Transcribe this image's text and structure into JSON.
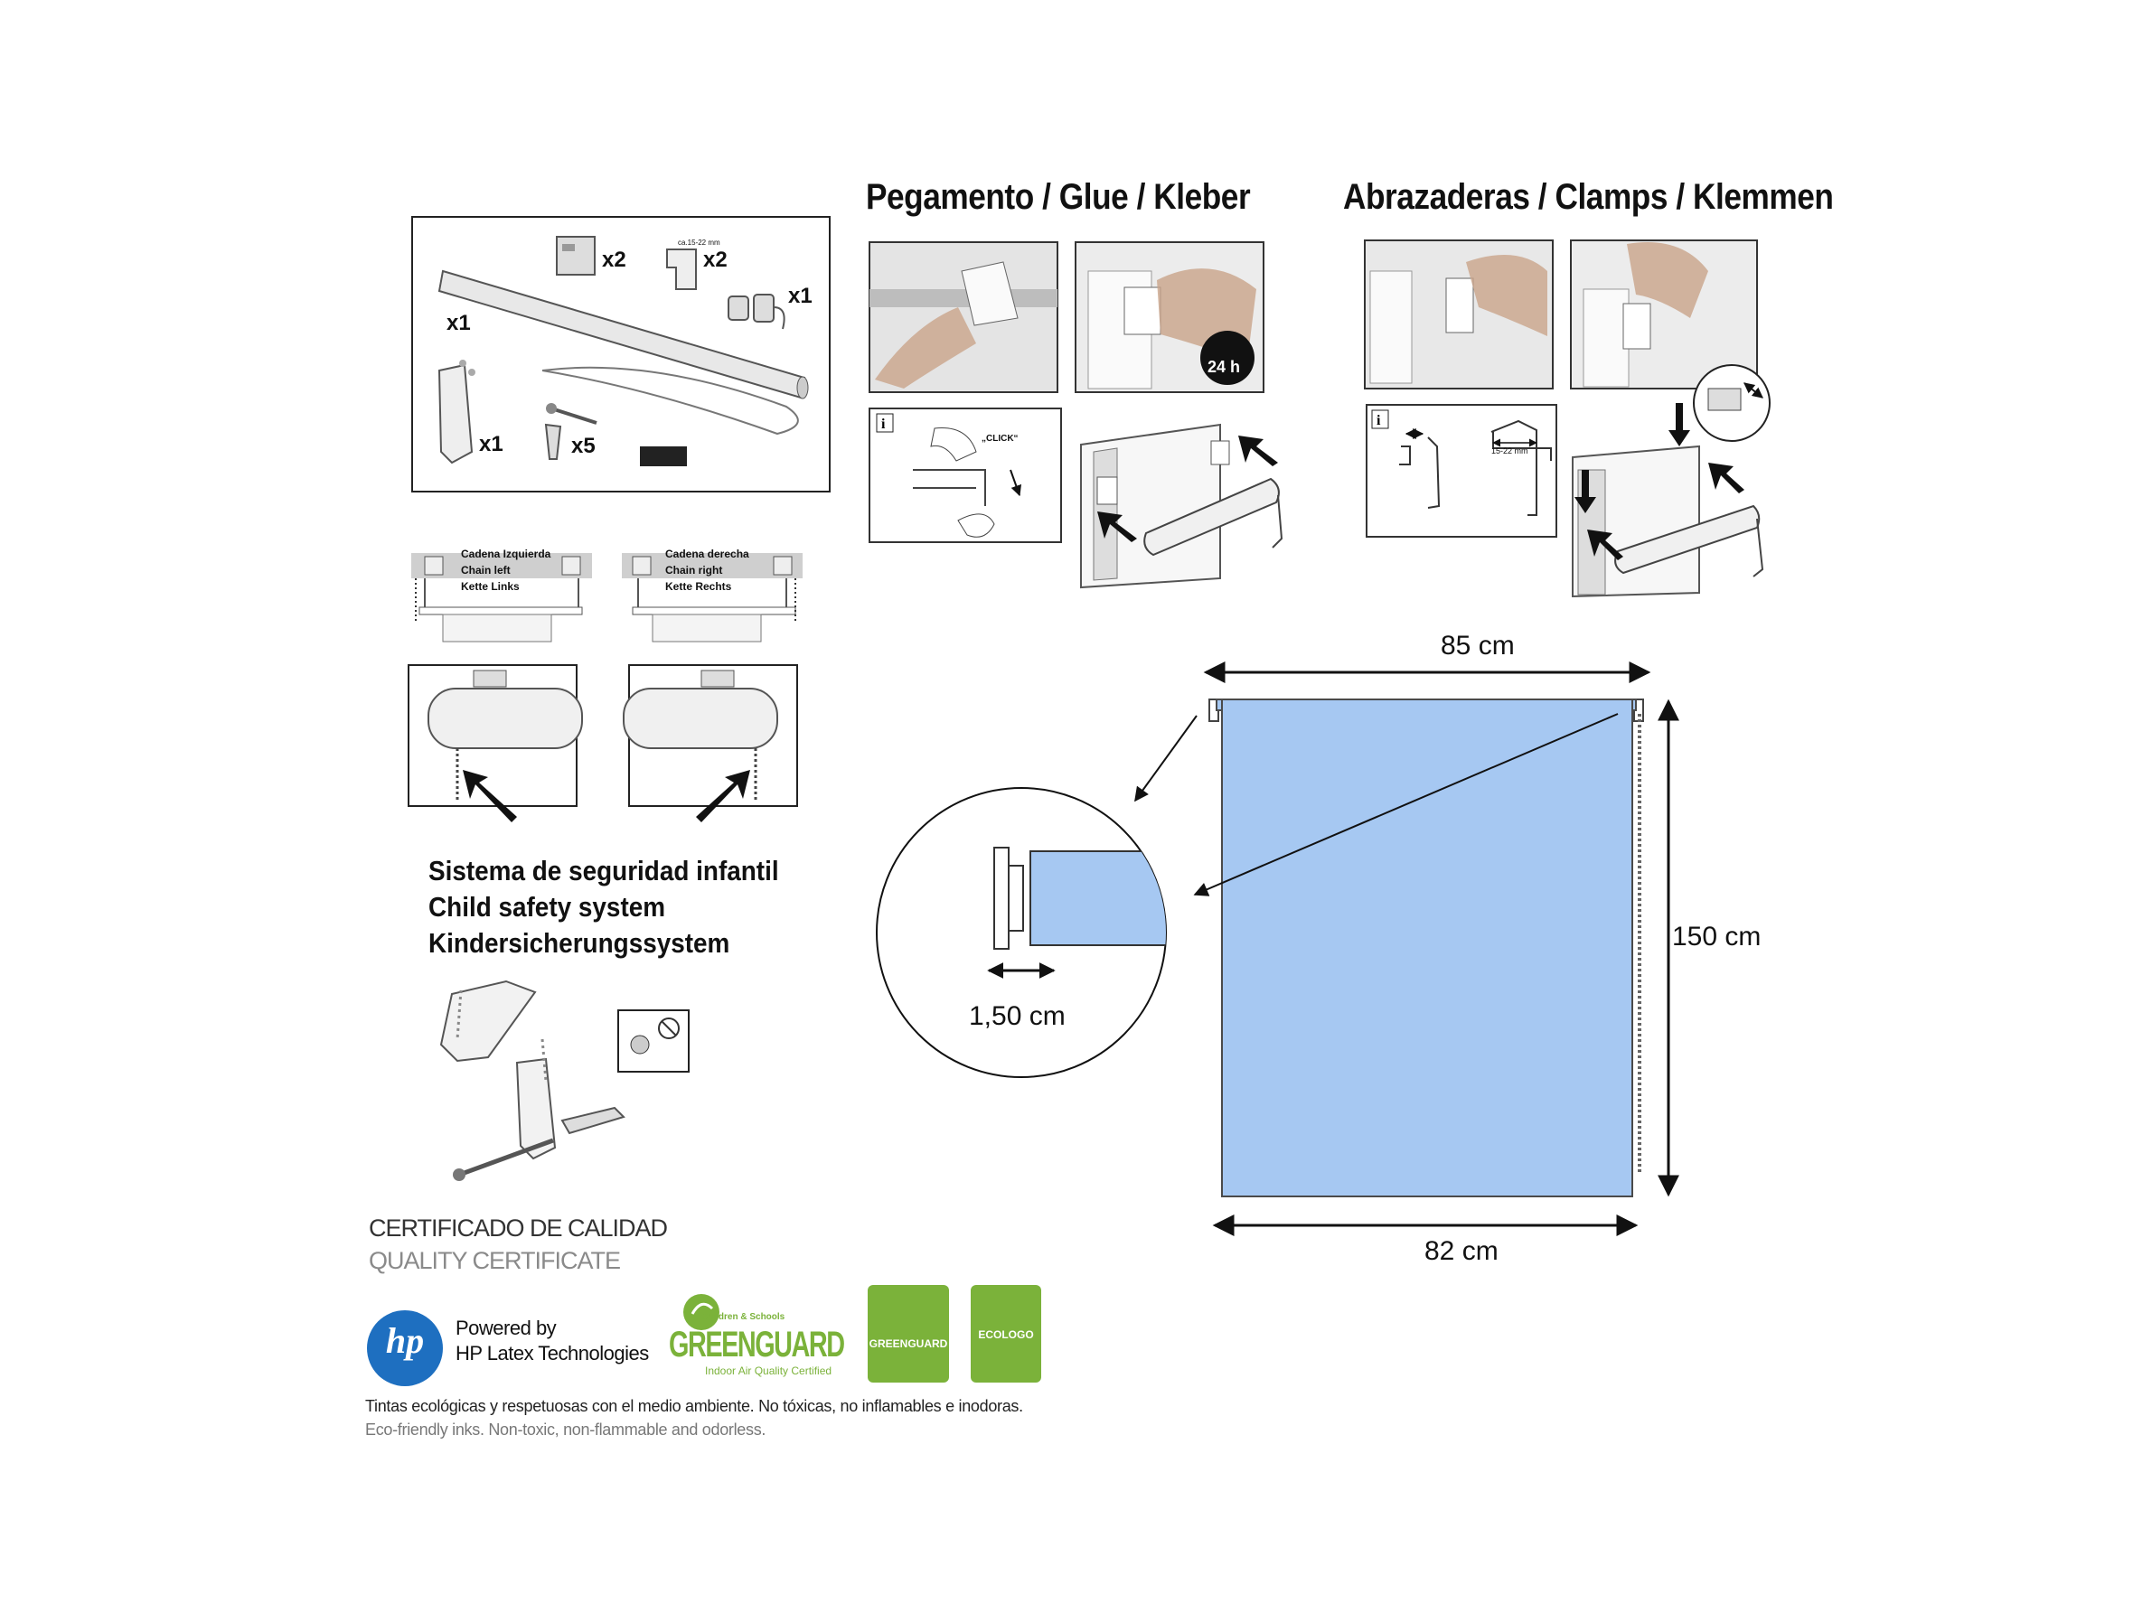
{
  "headings": {
    "glue": "Pegamento / Glue / Kleber",
    "clamps": "Abrazaderas / Clamps / Klemmen"
  },
  "kit": {
    "blind_qty": "x1",
    "bracket_qty": "x2",
    "clamp_qty": "x2",
    "end_caps_qty": "x1",
    "safety_qty": "x1",
    "screws_qty": "x5",
    "clamp_size": "ca.15-22 mm"
  },
  "chain": {
    "left": [
      "Cadena Izquierda",
      "Chain left",
      "Kette Links"
    ],
    "right": [
      "Cadena derecha",
      "Chain right",
      "Kette Rechts"
    ]
  },
  "safety": {
    "lines": [
      "Sistema de seguridad infantil",
      "Child safety system",
      "Kindersicherungssystem"
    ]
  },
  "glue_steps": {
    "click_label": "„CLICK“",
    "time_label": "24 h",
    "info_icon": "info-icon"
  },
  "clamp_steps": {
    "size_label": "15-22 mm",
    "info_icon": "info-icon"
  },
  "dimensions": {
    "top_width": "85 cm",
    "height": "150 cm",
    "bottom_width": "82 cm",
    "bracket_gap": "1,50 cm"
  },
  "certificate": {
    "line1": "CERTIFICADO DE CALIDAD",
    "line2": "QUALITY CERTIFICATE",
    "hp_logo": "hp",
    "powered_by": "Powered by",
    "hp_tech": "HP Latex Technologies",
    "greenguard_top": "Children & Schools",
    "greenguard_main": "GREENGUARD",
    "greenguard_sub": "Indoor Air Quality Certified",
    "badge1": "GREENGUARD",
    "badge2": "ECOLOGO",
    "note_es": "Tintas ecológicas y respetuosas con el medio ambiente. No tóxicas, no inflamables e inodoras.",
    "note_en": "Eco-friendly inks. Non-toxic, non-flammable and odorless."
  },
  "colors": {
    "blind_fill": "#a6c8f2",
    "blind_stroke": "#4a4a4a",
    "greenguard_green": "#7bb23a",
    "hp_blue": "#1e6fc0"
  }
}
